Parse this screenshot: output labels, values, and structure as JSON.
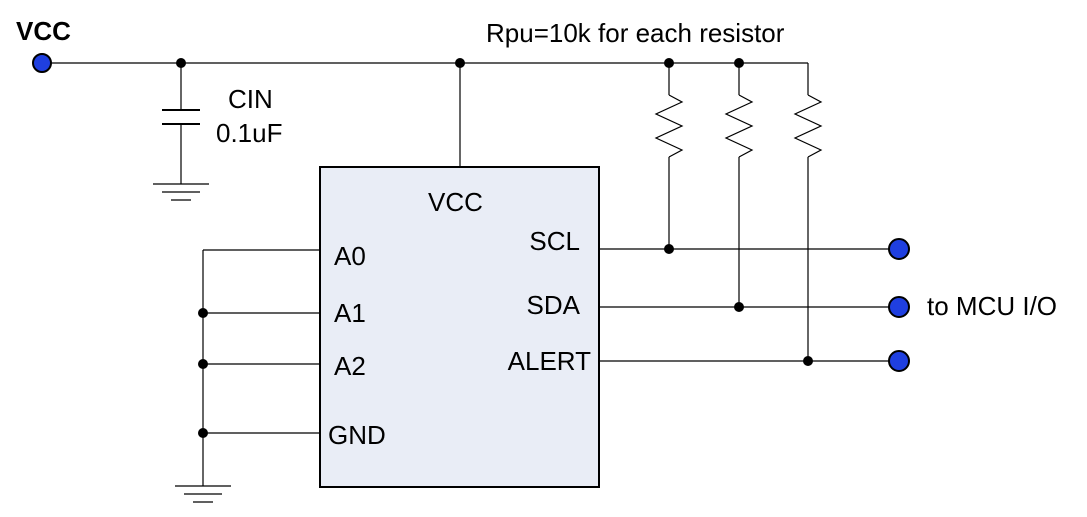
{
  "supply": {
    "label": "VCC"
  },
  "pullup_note": "Rpu=10k for each resistor",
  "capacitor": {
    "name": "CIN",
    "value": "0.1uF"
  },
  "chip": {
    "vcc_pin": "VCC",
    "left_pins": [
      "A0",
      "A1",
      "A2",
      "GND"
    ],
    "right_pins": [
      "SCL",
      "SDA",
      "ALERT"
    ]
  },
  "output_label": "to MCU I/O",
  "colors": {
    "terminal_fill": "#1f3fe0",
    "chip_fill": "#e9edf6",
    "wire": "#000000"
  }
}
